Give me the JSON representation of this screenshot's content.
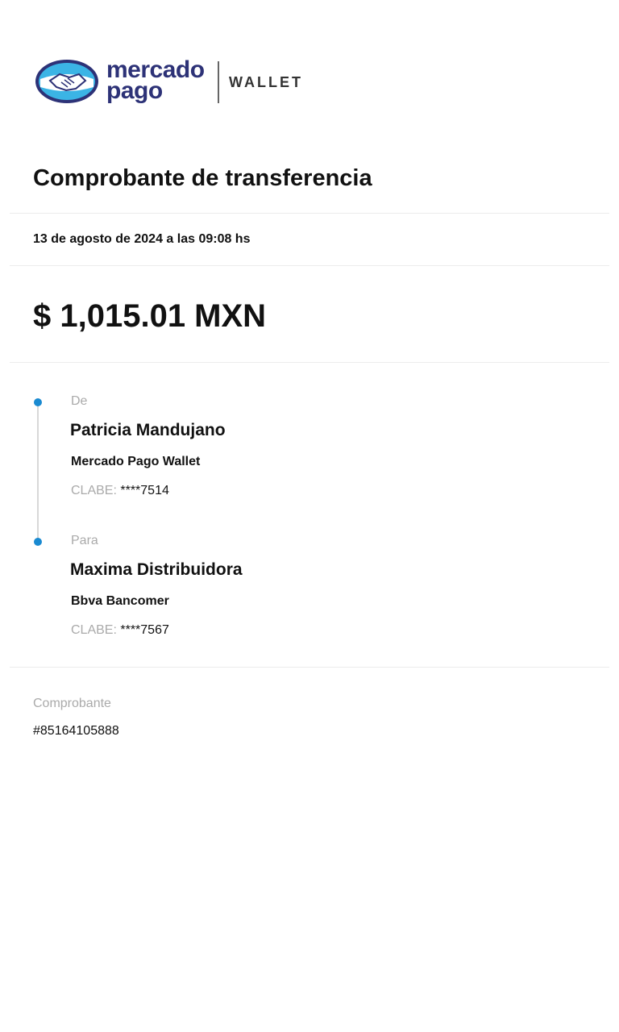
{
  "header": {
    "brand_line1": "mercado",
    "brand_line2": "pago",
    "product": "WALLET",
    "logo_colors": {
      "primary": "#2d3277",
      "accent": "#3bb4e5"
    }
  },
  "title": "Comprobante de transferencia",
  "date": "13 de agosto de 2024 a las 09:08 hs",
  "amount": "$ 1,015.01 MXN",
  "from": {
    "label": "De",
    "name": "Patricia Mandujano",
    "bank": "Mercado Pago Wallet",
    "clabe_label": "CLABE:",
    "clabe": "****7514"
  },
  "to": {
    "label": "Para",
    "name": "Maxima Distribuidora",
    "bank": "Bbva Bancomer",
    "clabe_label": "CLABE:",
    "clabe": "****7567"
  },
  "receipt": {
    "label": "Comprobante",
    "number": "#85164105888"
  },
  "colors": {
    "timeline_dot": "#1a8ad1"
  }
}
